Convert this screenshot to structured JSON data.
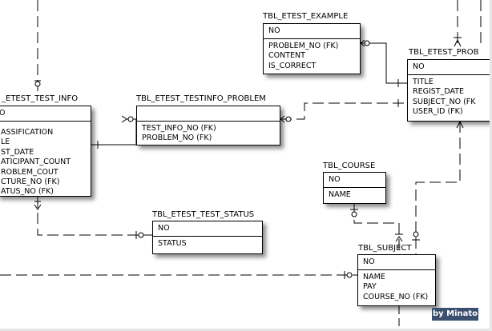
{
  "diagram": {
    "entities": [
      {
        "id": "example",
        "name": "TBL_ETEST_EXAMPLE",
        "pk": "NO",
        "columns": [
          "PROBLEM_NO (FK)",
          "CONTENT",
          "IS_CORRECT"
        ]
      },
      {
        "id": "problem",
        "name": "TBL_ETEST_PROB",
        "pk": "NO",
        "columns": [
          "TITLE",
          "REGIST_DATE",
          "SUBJECT_NO (FK",
          "USER_ID (FK)"
        ]
      },
      {
        "id": "testinfo",
        "name": "_ETEST_TEST_INFO",
        "pk": "O",
        "columns": [
          "ASSIFICATION",
          "LE",
          "ST_DATE",
          "ATICIPANT_COUNT",
          "ROBLEM_COUT",
          "CTURE_NO (FK)",
          "ATUS_NO (FK)"
        ]
      },
      {
        "id": "testinfo_problem",
        "name": "TBL_ETEST_TESTINFO_PROBLEM",
        "pk": "",
        "columns": [
          "TEST_INFO_NO (FK)",
          "PROBLEM_NO (FK)"
        ]
      },
      {
        "id": "course",
        "name": "TBL_COURSE",
        "pk": "NO",
        "columns": [
          "NAME"
        ]
      },
      {
        "id": "status",
        "name": "TBL_ETEST_TEST_STATUS",
        "pk": "NO",
        "columns": [
          "STATUS"
        ]
      },
      {
        "id": "subject",
        "name": "TBL_SUBJECT",
        "pk": "NO",
        "columns": [
          "NAME",
          "PAY",
          "COURSE_NO (FK)"
        ]
      }
    ]
  },
  "watermark": "by Minato"
}
